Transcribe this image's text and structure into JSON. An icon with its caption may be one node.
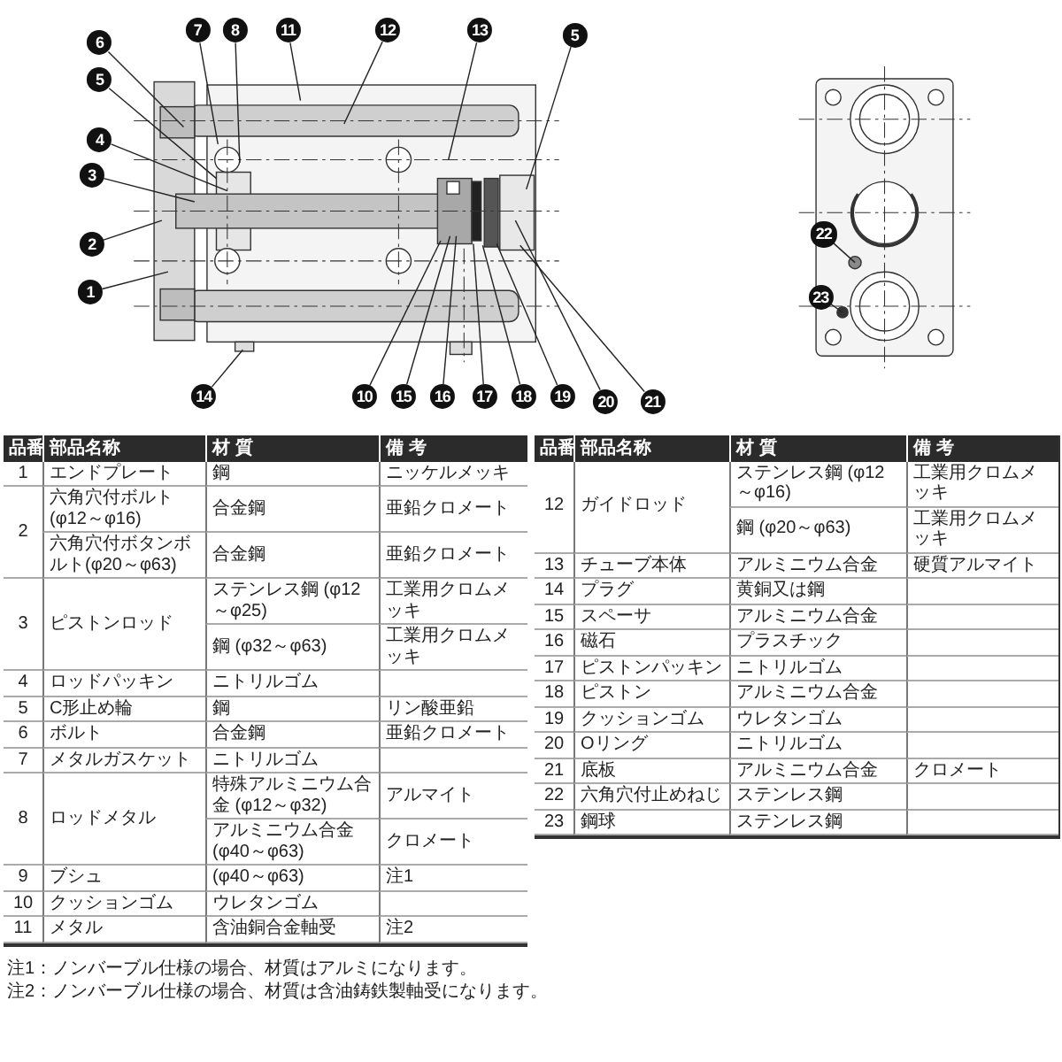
{
  "diagram": {
    "nodes": [
      {
        "text": [
          "6"
        ]
      },
      {
        "text": [
          "7"
        ]
      },
      {
        "text": [
          "8"
        ]
      },
      {
        "text": [
          "11"
        ]
      },
      {
        "text": [
          "12"
        ]
      },
      {
        "text": [
          "13"
        ]
      },
      {
        "text": [
          "5"
        ]
      },
      {
        "text": [
          "5"
        ]
      },
      {
        "text": [
          "4"
        ]
      },
      {
        "text": [
          "3"
        ]
      },
      {
        "text": [
          "2"
        ]
      },
      {
        "text": [
          "1"
        ]
      },
      {
        "text": [
          "14"
        ]
      },
      {
        "text": [
          "10"
        ]
      },
      {
        "text": [
          "15"
        ]
      },
      {
        "text": [
          "16"
        ]
      },
      {
        "text": [
          "17"
        ]
      },
      {
        "text": [
          "18"
        ]
      },
      {
        "text": [
          "19"
        ]
      },
      {
        "text": [
          "20"
        ]
      },
      {
        "text": [
          "21"
        ]
      },
      {
        "text": [
          "22"
        ]
      },
      {
        "text": [
          "23"
        ]
      }
    ],
    "edges": [
      {
        "from": 0,
        "to": null,
        "arrow": "none"
      },
      {
        "from": 1,
        "to": null,
        "arrow": "none"
      },
      {
        "from": 2,
        "to": null,
        "arrow": "none"
      },
      {
        "from": 3,
        "to": null,
        "arrow": "none"
      },
      {
        "from": 4,
        "to": null,
        "arrow": "none"
      },
      {
        "from": 5,
        "to": null,
        "arrow": "none"
      },
      {
        "from": 6,
        "to": null,
        "arrow": "none"
      },
      {
        "from": 7,
        "to": null,
        "arrow": "none"
      },
      {
        "from": 8,
        "to": null,
        "arrow": "none"
      },
      {
        "from": 9,
        "to": null,
        "arrow": "none"
      },
      {
        "from": 10,
        "to": null,
        "arrow": "none"
      },
      {
        "from": 11,
        "to": null,
        "arrow": "none"
      },
      {
        "from": 12,
        "to": null,
        "arrow": "none"
      },
      {
        "from": 13,
        "to": null,
        "arrow": "none"
      },
      {
        "from": 14,
        "to": null,
        "arrow": "none"
      },
      {
        "from": 15,
        "to": null,
        "arrow": "none"
      },
      {
        "from": 16,
        "to": null,
        "arrow": "none"
      },
      {
        "from": 17,
        "to": null,
        "arrow": "none"
      },
      {
        "from": 18,
        "to": null,
        "arrow": "none"
      },
      {
        "from": 19,
        "to": null,
        "arrow": "none"
      },
      {
        "from": 20,
        "to": null,
        "arrow": "none"
      },
      {
        "from": 21,
        "to": null,
        "arrow": "none"
      },
      {
        "from": 22,
        "to": null,
        "arrow": "none"
      }
    ],
    "labels": [
      "品番",
      "部品名称",
      "材 質",
      "備 考",
      "1",
      "エンドプレート",
      "鋼",
      "ニッケルメッキ",
      "2",
      "六角穴付ボルト(φ12～φ16)",
      "合金鋼",
      "亜鉛クロメート",
      "六角穴付ボタンボルト(φ20～φ63)",
      "合金鋼",
      "亜鉛クロメート",
      "3",
      "ピストンロッド",
      "ステンレス鋼 (φ12～φ25)",
      "工業用クロムメッキ",
      "鋼 (φ32～φ63)",
      "工業用クロムメッキ",
      "4",
      "ロッドパッキン",
      "ニトリルゴム",
      "5",
      "C形止め輪",
      "鋼",
      "リン酸亜鉛",
      "6",
      "ボルト",
      "合金鋼",
      "亜鉛クロメート",
      "7",
      "メタルガスケット",
      "ニトリルゴム",
      "8",
      "ロッドメタル",
      "特殊アルミニウム合金 (φ12～φ32)",
      "アルマイト",
      "アルミニウム合金 (φ40～φ63)",
      "クロメート",
      "9",
      "ブシュ",
      "(φ40～φ63)",
      "注1",
      "10",
      "クッションゴム",
      "ウレタンゴム",
      "11",
      "メタル",
      "含油銅合金軸受",
      "注2",
      "品番",
      "部品名称",
      "材 質",
      "備 考",
      "12",
      "ガイドロッド",
      "ステンレス鋼 (φ12～φ16)",
      "工業用クロムメッキ",
      "鋼 (φ20～φ63)",
      "工業用クロムメッキ",
      "13",
      "チューブ本体",
      "アルミニウム合金",
      "硬質アルマイト",
      "14",
      "プラグ",
      "黄銅又は鋼",
      "15",
      "スペーサ",
      "アルミニウム合金",
      "16",
      "磁石",
      "プラスチック",
      "17",
      "ピストンパッキン",
      "ニトリルゴム",
      "18",
      "ピストン",
      "アルミニウム合金",
      "19",
      "クッションゴム",
      "ウレタンゴム",
      "20",
      "Oリング",
      "ニトリルゴム",
      "21",
      "底板",
      "アルミニウム合金",
      "クロメート",
      "22",
      "六角穴付止めねじ",
      "ステンレス鋼",
      "23",
      "鋼球",
      "ステンレス鋼",
      "注1：ノンバーブル仕様の場合、材質はアルミになります。",
      "注2：ノンバーブル仕様の場合、材質は含油鋳鉄製軸受になります。"
    ]
  }
}
